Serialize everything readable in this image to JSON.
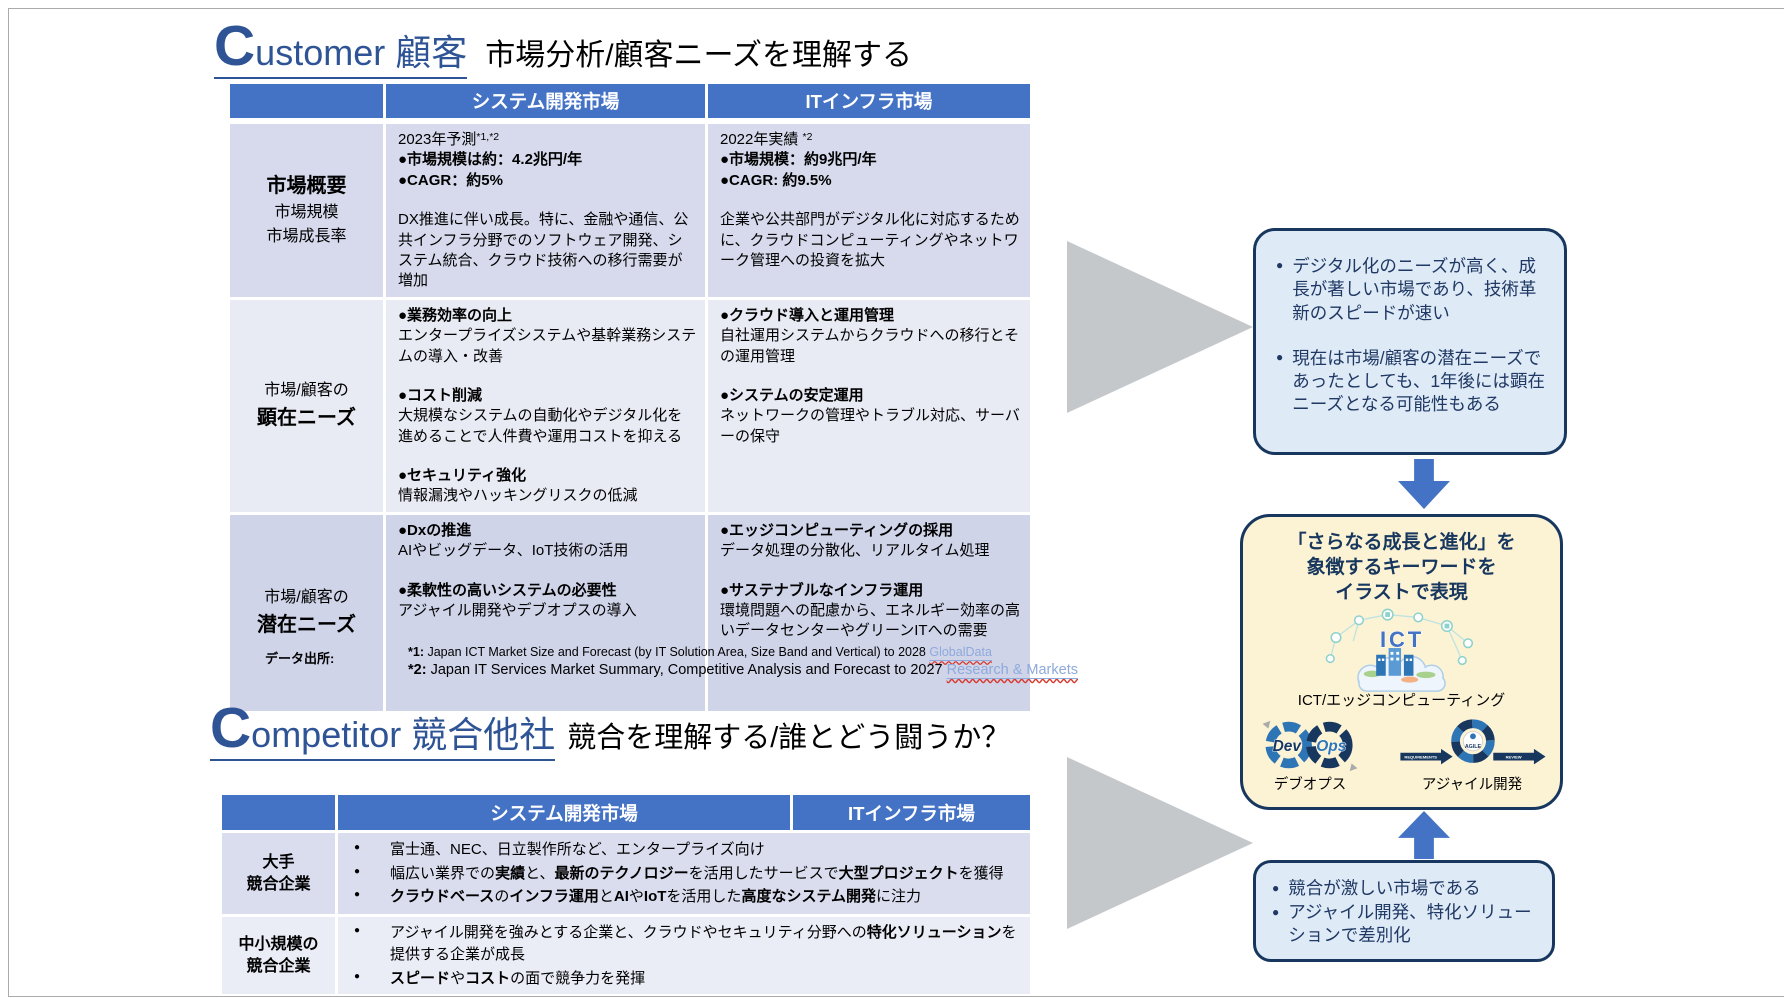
{
  "colors": {
    "header_blue": "#4472C4",
    "title_blue": "#2F5496",
    "navy_border": "#17375E",
    "table_row_dark": "#D6DAEC",
    "table_row_light": "#E8EAF4",
    "callout_bg": "#DEEAF6",
    "keyword_box_bg": "#FCF2D4",
    "arrow_gray": "#C5C8CB",
    "arrow_blue": "#4472C4",
    "link_blue": "#8EA9DB"
  },
  "customer": {
    "title_c": "C",
    "title_rest": "ustomer 顧客",
    "subtitle": "市場分析/顧客ニーズを理解する",
    "table": {
      "col1": "システム開発市場",
      "col2": "ITインフラ市場",
      "rows": [
        {
          "label": [
            [
              {
                "t": "市場概要",
                "b": true
              }
            ],
            [
              {
                "t": "市場規模"
              }
            ],
            [
              {
                "t": "市場成長率"
              }
            ]
          ],
          "dev": [
            [
              {
                "t": "2023年予測"
              },
              {
                "t": "*1,*2",
                "sup": true
              }
            ],
            [
              {
                "t": "●市場規模は約：4.2兆円/年",
                "b": true
              }
            ],
            [
              {
                "t": "●CAGR：約5%",
                "b": true
              }
            ],
            [],
            [
              {
                "t": "DX推進に伴い成長。特に、金融や通信、公共インフラ分野でのソフトウェア開発、システム統合、クラウド技術への移行需要が増加"
              }
            ]
          ],
          "infra": [
            [
              {
                "t": "2022年実績 "
              },
              {
                "t": "*2",
                "sup": true
              }
            ],
            [
              {
                "t": "●市場規模：約9兆円/年",
                "b": true
              }
            ],
            [
              {
                "t": "●CAGR: 約9.5%",
                "b": true
              }
            ],
            [],
            [
              {
                "t": "企業や公共部門がデジタル化に対応するために、クラウドコンピューティングやネットワーク管理への投資を拡大"
              }
            ]
          ]
        },
        {
          "label": [
            [
              {
                "t": "市場/顧客の"
              }
            ],
            [
              {
                "t": "顕在ニーズ",
                "b": true
              }
            ]
          ],
          "dev": [
            [
              {
                "t": "●業務効率の向上",
                "b": true
              }
            ],
            [
              {
                "t": "エンタープライズシステムや基幹業務システムの導入・改善"
              }
            ],
            [],
            [
              {
                "t": "●コスト削減",
                "b": true
              }
            ],
            [
              {
                "t": "大規模なシステムの自動化やデジタル化を進めることで人件費や運用コストを抑える"
              }
            ],
            [],
            [
              {
                "t": "●セキュリティ強化",
                "b": true
              }
            ],
            [
              {
                "t": "情報漏洩やハッキングリスクの低減"
              }
            ]
          ],
          "infra": [
            [
              {
                "t": "●クラウド導入と運用管理",
                "b": true
              }
            ],
            [
              {
                "t": "自社運用システムからクラウドへの移行とその運用管理"
              }
            ],
            [],
            [
              {
                "t": "●システムの安定運用",
                "b": true
              }
            ],
            [
              {
                "t": "ネットワークの管理やトラブル対応、サーバーの保守"
              }
            ]
          ]
        },
        {
          "label": [
            [
              {
                "t": "市場/顧客の"
              }
            ],
            [
              {
                "t": "潜在ニーズ",
                "b": true
              }
            ]
          ],
          "dev": [
            [
              {
                "t": "●Dxの推進",
                "b": true
              }
            ],
            [
              {
                "t": "AIやビッグデータ、IoT技術の活用"
              }
            ],
            [],
            [
              {
                "t": "●柔軟性の高いシステムの必要性",
                "b": true
              }
            ],
            [
              {
                "t": "アジャイル開発やデブオプスの導入"
              }
            ]
          ],
          "infra": [
            [
              {
                "t": "●エッジコンピューティングの採用",
                "b": true
              }
            ],
            [
              {
                "t": "データ処理の分散化、リアルタイム処理"
              }
            ],
            [],
            [
              {
                "t": "●サステナブルなインフラ運用",
                "b": true
              }
            ],
            [
              {
                "t": "環境問題への配慮から、エネルギー効率の高いデータセンターやグリーンITへの需要"
              }
            ]
          ]
        }
      ]
    },
    "footnote": {
      "label": "データ出所:",
      "n1_prefix": "*1:",
      "n1_text": " Japan ICT Market Size and Forecast (by IT Solution Area, Size Band and Vertical) to 2028 ",
      "n1_link": "GlobalData",
      "n2_prefix": "*2:",
      "n2_text": " Japan IT Services Market Summary, Competitive Analysis and Forecast to 2027 ",
      "n2_link": "Research & Markets"
    }
  },
  "competitor": {
    "title_c": "C",
    "title_rest": "ompetitor 競合他社",
    "subtitle": "競合を理解する/誰とどう闘うか？",
    "table": {
      "col1": "システム開発市場",
      "col2": "ITインフラ市場",
      "rows": [
        {
          "label": [
            [
              {
                "t": "大手",
                "b": true
              }
            ],
            [
              {
                "t": "競合企業",
                "b": true
              }
            ]
          ],
          "bullets": [
            [
              {
                "t": "富士通、NEC、日立製作所など、エンタープライズ向け"
              }
            ],
            [
              {
                "t": "幅広い業界での"
              },
              {
                "t": "実績",
                "b": true
              },
              {
                "t": "と、"
              },
              {
                "t": "最新のテクノロジー",
                "b": true
              },
              {
                "t": "を活用したサービスで"
              },
              {
                "t": "大型プロジェクト",
                "b": true
              },
              {
                "t": "を獲得"
              }
            ],
            [
              {
                "t": "クラウドベース",
                "b": true
              },
              {
                "t": "の"
              },
              {
                "t": "インフラ運用",
                "b": true
              },
              {
                "t": "と"
              },
              {
                "t": "AI",
                "b": true
              },
              {
                "t": "や"
              },
              {
                "t": "IoT",
                "b": true
              },
              {
                "t": "を活用した"
              },
              {
                "t": "高度なシステム開発",
                "b": true
              },
              {
                "t": "に注力"
              }
            ]
          ]
        },
        {
          "label": [
            [
              {
                "t": "中小規模の",
                "b": true
              }
            ],
            [
              {
                "t": "競合企業",
                "b": true
              }
            ]
          ],
          "bullets": [
            [
              {
                "t": "アジャイル開発を強みとする企業と、クラウドやセキュリティ分野への"
              },
              {
                "t": "特化ソリューション",
                "b": true
              },
              {
                "t": "を提供する企業が成長"
              }
            ],
            [
              {
                "t": "スピード",
                "b": true
              },
              {
                "t": "や"
              },
              {
                "t": "コスト",
                "b": true
              },
              {
                "t": "の面で競争力を発揮"
              }
            ]
          ]
        }
      ]
    }
  },
  "right_panel": {
    "market_insight": {
      "bullets": [
        [
          {
            "t": "デジタル化のニーズが高く、成長が著しい市場であり、技術革新のスピードが速い"
          }
        ],
        [
          {
            "t": "現在は市場/顧客の潜在ニーズであったとしても、1年後には顕在ニーズとなる可能性もある"
          }
        ]
      ]
    },
    "keyword_box": {
      "title": "「さらなる成長と進化」を\n象徴するキーワードを\nイラストで表現",
      "ict_label": "ICT",
      "ict_caption": "ICT/エッジコンピューティング",
      "devops_dev": "Dev",
      "devops_ops": "Ops",
      "devops_caption": "デブオプス",
      "agile_label": "AGILE",
      "agile_left": "REQUIREMENTS",
      "agile_right": "REVIEW",
      "agile_caption": "アジャイル開発"
    },
    "competitor_insight": {
      "bullets": [
        [
          {
            "t": "競合が激しい市場である"
          }
        ],
        [
          {
            "t": "アジャイル開発、特化ソリューションで差別化"
          }
        ]
      ]
    }
  }
}
